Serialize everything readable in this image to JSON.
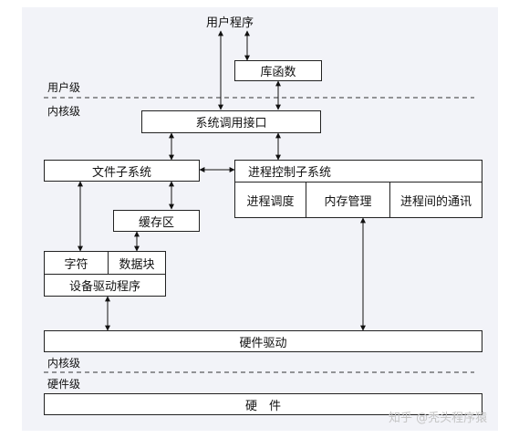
{
  "diagram": {
    "user_program": "用户程序",
    "library_functions": "库函数",
    "system_call_interface": "系统调用接口",
    "file_subsystem": "文件子系统",
    "process_control_subsystem": "进程控制子系统",
    "process_scheduling": "进程调度",
    "memory_management": "内存管理",
    "ipc": "进程间的通讯",
    "buffer_cache": "缓存区",
    "character": "字符",
    "data_block": "数据块",
    "device_drivers": "设备驱动程序",
    "hardware_driver": "硬件驱动",
    "hardware": "硬　件"
  },
  "levels": {
    "user_level": "用户级",
    "kernel_level_top": "内核级",
    "kernel_level_bottom": "内核级",
    "hardware_level": "硬件级"
  },
  "watermark": "知乎 @秃头程序猿"
}
